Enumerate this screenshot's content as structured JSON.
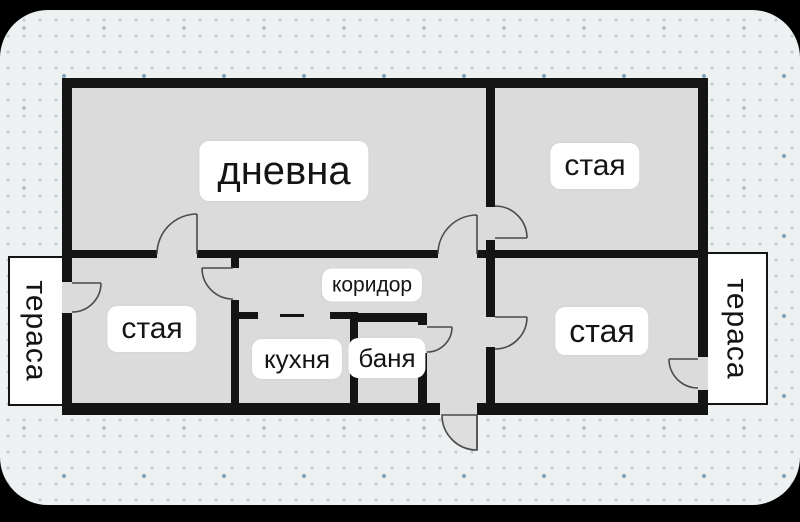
{
  "colors": {
    "page_bg": "#000000",
    "panel_bg": "#eef1f2",
    "dot_color": "#a9bac7",
    "wall": "#141414",
    "room_fill": "#dbdbdb",
    "label_bg": "#ffffff",
    "label_text": "#141414",
    "terrace_bg": "#fefefe",
    "door_arc": "#4b4b4b"
  },
  "labels": {
    "living": "дневна",
    "bedroom_top_right": "стая",
    "bedroom_bottom_left": "стая",
    "bedroom_bottom_right": "стая",
    "kitchen": "кухня",
    "bathroom": "баня",
    "corridor": "коридор",
    "terrace_left": "тераса",
    "terrace_right": "тераса"
  }
}
